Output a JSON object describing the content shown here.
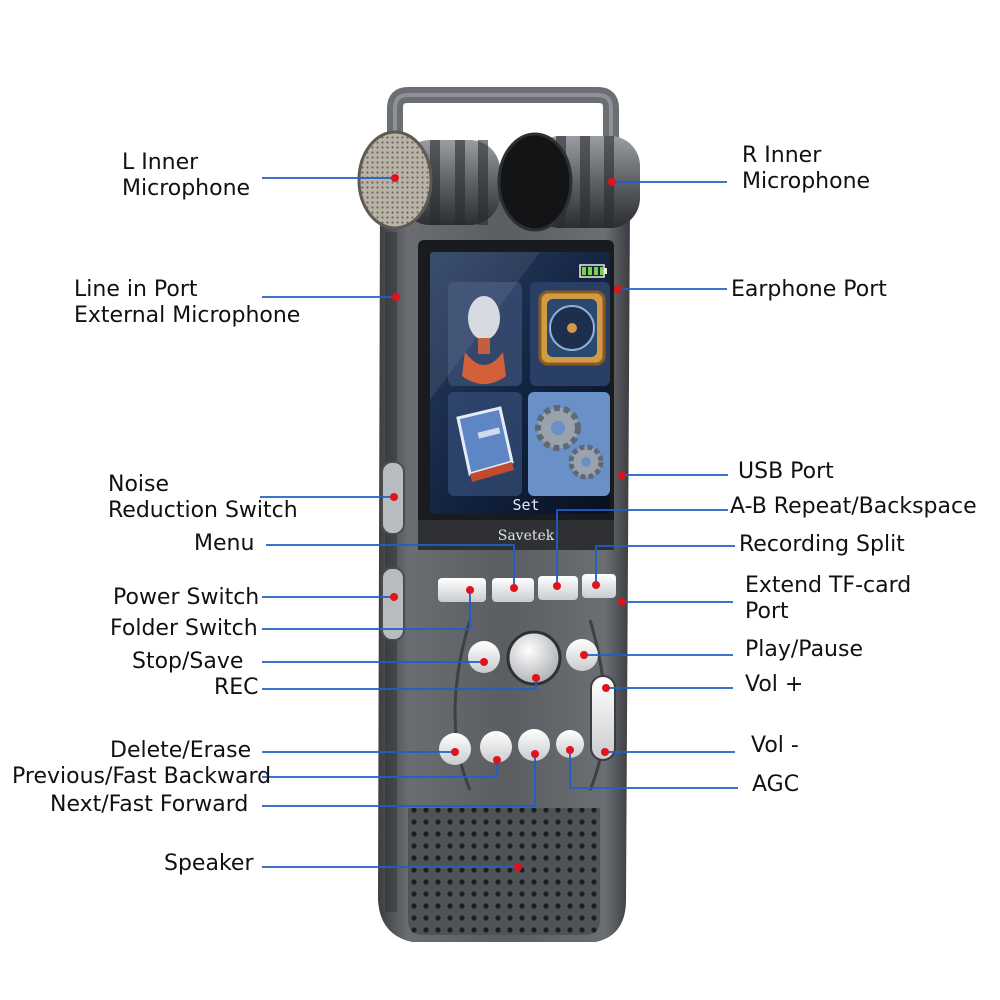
{
  "colors": {
    "leader": "#1f5fc8",
    "dot": "#e0131b",
    "body": "#55585d",
    "screen_bg": "#0f1a2c"
  },
  "device": {
    "brand": "Savetek",
    "screen_caption": "Set"
  },
  "icons": {
    "screen": [
      "microphone-icon",
      "music-disc-icon",
      "book-icon",
      "gears-icon"
    ],
    "battery": "battery-icon"
  },
  "labels": {
    "l_inner_mic": [
      "L Inner",
      "Microphone"
    ],
    "r_inner_mic": [
      "R Inner",
      "Microphone"
    ],
    "line_in_port": [
      "Line in Port",
      "External Microphone"
    ],
    "earphone_port": [
      "Earphone Port"
    ],
    "usb_port": [
      "USB Port"
    ],
    "noise_reduction_switch": [
      "Noise",
      "Reduction Switch"
    ],
    "ab_repeat": [
      "A-B Repeat/Backspace"
    ],
    "menu": [
      "Menu"
    ],
    "recording_split": [
      "Recording Split"
    ],
    "extend_tf_card": [
      "Extend TF-card",
      "Port"
    ],
    "power_switch": [
      "Power Switch"
    ],
    "folder_switch": [
      "Folder Switch"
    ],
    "stop_save": [
      "Stop/Save"
    ],
    "play_pause": [
      "Play/Pause"
    ],
    "rec": [
      "REC"
    ],
    "vol_plus": [
      "Vol +"
    ],
    "delete_erase": [
      "Delete/Erase"
    ],
    "vol_minus": [
      "Vol -"
    ],
    "previous": [
      "Previous/Fast Backward"
    ],
    "agc": [
      "AGC"
    ],
    "next": [
      "Next/Fast Forward"
    ],
    "speaker": [
      "Speaker"
    ]
  }
}
